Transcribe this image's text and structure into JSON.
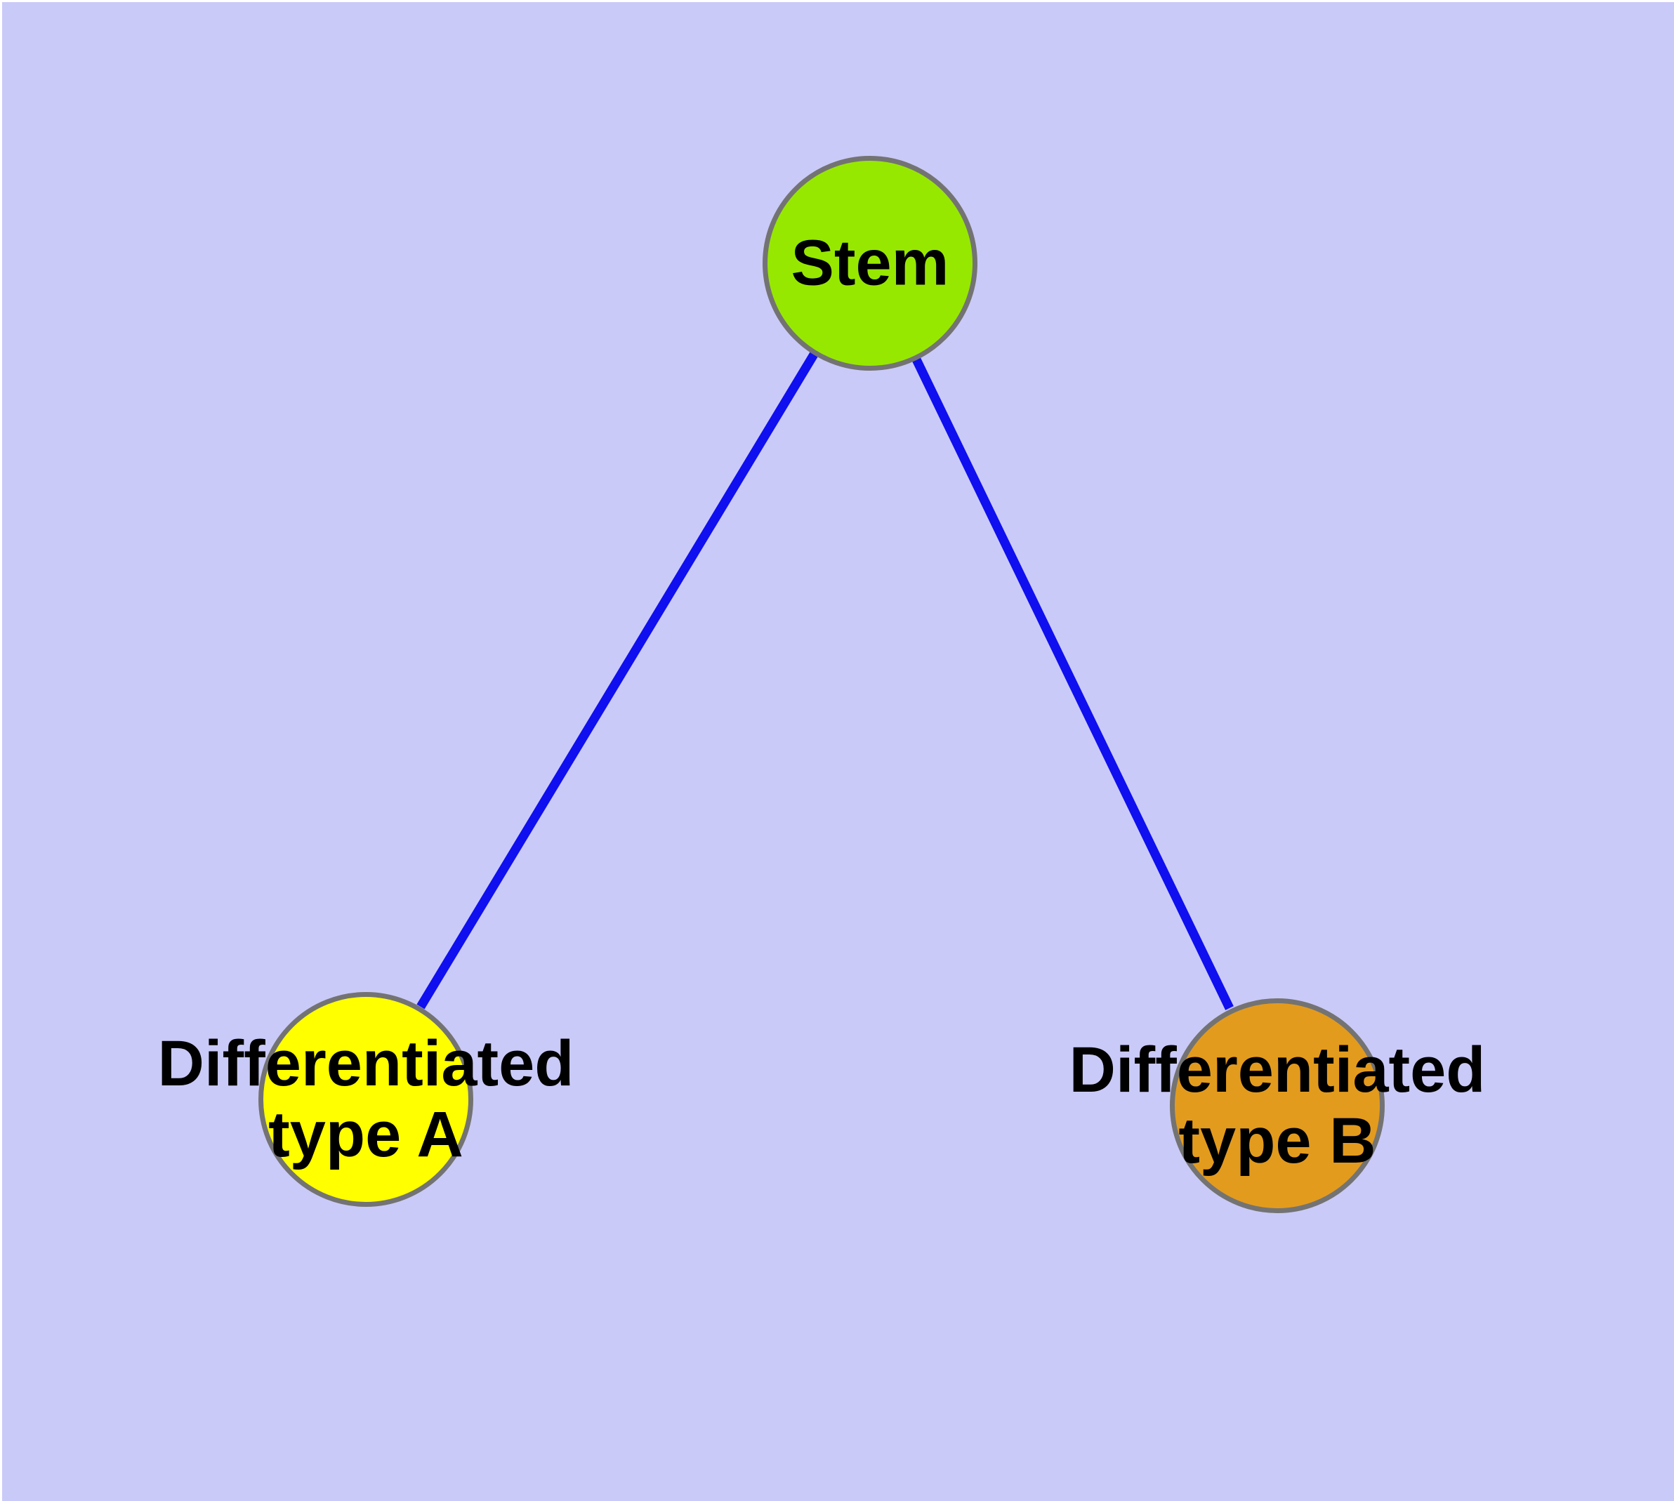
{
  "diagram_type": "graph",
  "nodes": [
    {
      "id": "stem",
      "label": "Stem",
      "label_lines": [
        "Stem"
      ],
      "fill": "#97E800"
    },
    {
      "id": "type-a",
      "label": "Differentiated type A",
      "label_lines": [
        "Differentiated",
        "type A"
      ],
      "fill": "#FFFF00"
    },
    {
      "id": "type-b",
      "label": "Differentiated type B",
      "label_lines": [
        "Differentiated",
        "type B"
      ],
      "fill": "#E39B1E"
    }
  ],
  "edges": [
    {
      "source": "Stem",
      "target": "Differentiated type A"
    },
    {
      "source": "Stem",
      "target": "Differentiated type B"
    }
  ],
  "colors": {
    "background": "#CACAF8",
    "page_margin": "#FFFFFF",
    "edge": "#0F0FF0",
    "node_border": "#737373",
    "label_text": "#000000",
    "stem_fill": "#97E800",
    "type_a_fill": "#FFFF00",
    "type_b_fill": "#E39B1E"
  }
}
